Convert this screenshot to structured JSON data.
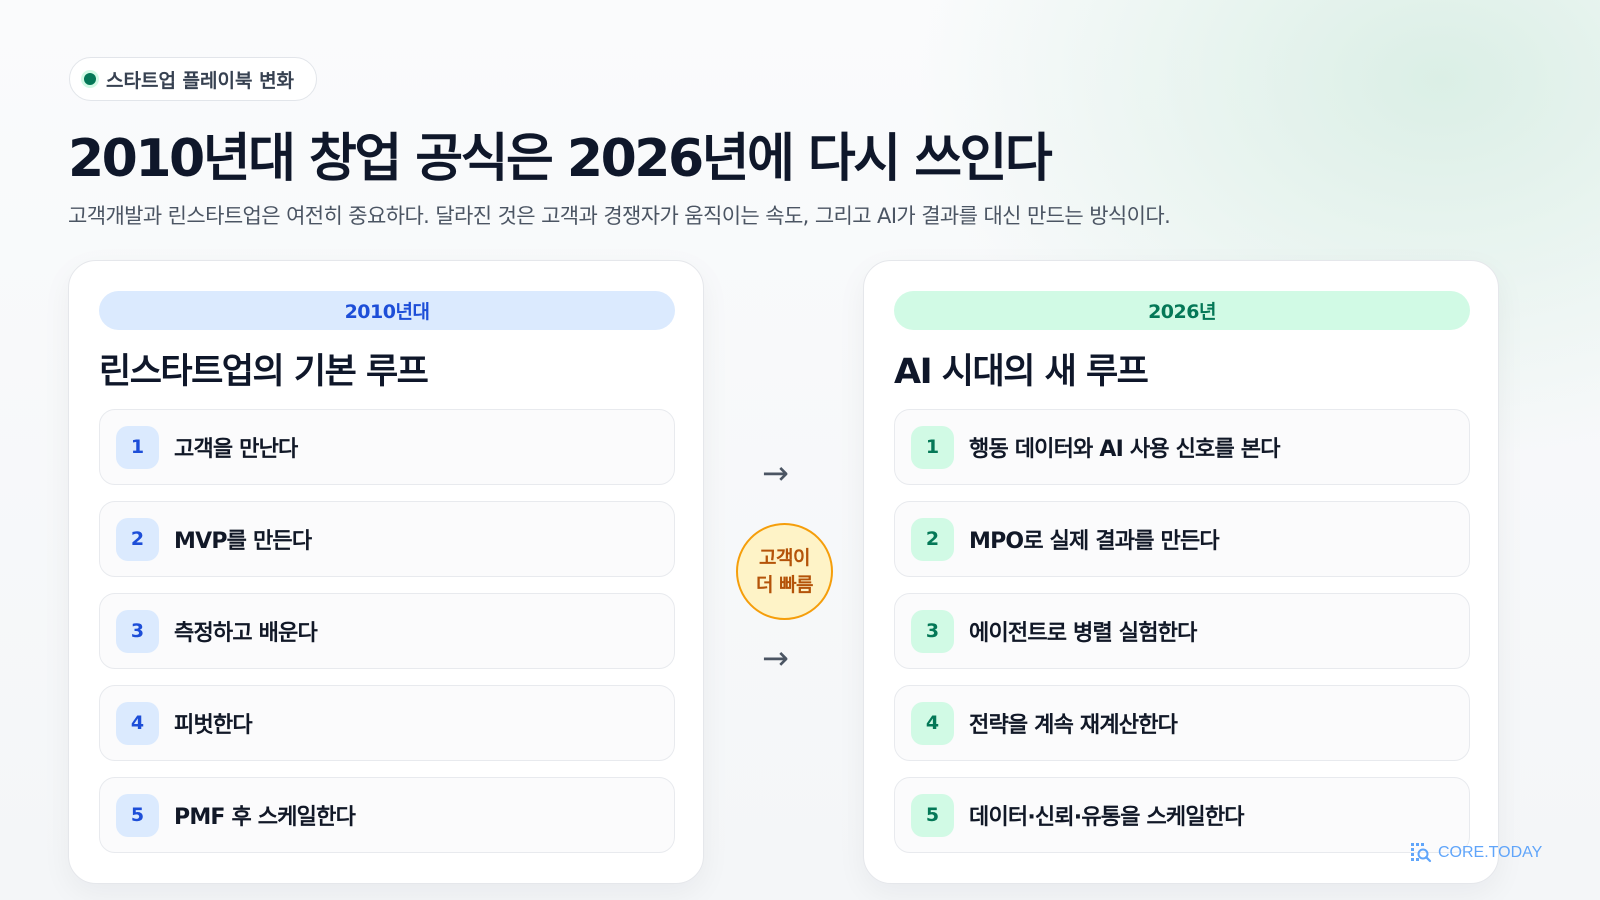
{
  "badge": {
    "label": "스타트업 플레이북 변화"
  },
  "title": "2010년대 창업 공식은 2026년에 다시 쓰인다",
  "subtitle": "고객개발과 린스타트업은 여전히 중요하다. 달라진 것은 고객과 경쟁자가 움직이는 속도, 그리고 AI가 결과를 대신 만드는 방식이다.",
  "left": {
    "era": "2010년대",
    "title": "린스타트업의 기본 루프",
    "steps": [
      {
        "num": "1",
        "label": "고객을 만난다"
      },
      {
        "num": "2",
        "label": "MVP를 만든다"
      },
      {
        "num": "3",
        "label": "측정하고 배운다"
      },
      {
        "num": "4",
        "label": "피벗한다"
      },
      {
        "num": "5",
        "label": "PMF 후 스케일한다"
      }
    ]
  },
  "right": {
    "era": "2026년",
    "title": "AI 시대의 새 루프",
    "steps": [
      {
        "num": "1",
        "label": "행동 데이터와 AI 사용 신호를 본다"
      },
      {
        "num": "2",
        "label": "MPO로 실제 결과를 만든다"
      },
      {
        "num": "3",
        "label": "에이전트로 병렬 실험한다"
      },
      {
        "num": "4",
        "label": "전략을 계속 재계산한다"
      },
      {
        "num": "5",
        "label": "데이터·신뢰·유통을 스케일한다"
      }
    ]
  },
  "middle": {
    "arrow": "→",
    "circle_line1": "고객이",
    "circle_line2": "더 빠름"
  },
  "logo": {
    "text": "CORE.TODAY",
    "icon": "grid-magnifier-icon"
  },
  "colors": {
    "blue": "#1d4ed8",
    "blue_light": "#dbeafe",
    "green": "#047857",
    "green_light": "#d1fae5",
    "amber": "#f59e0b",
    "amber_light": "#fef3c7"
  }
}
